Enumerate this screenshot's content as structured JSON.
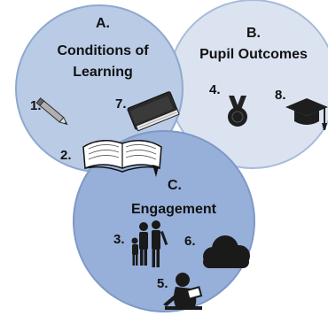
{
  "circles": {
    "a": {
      "letter": "A.",
      "line1": "Conditions of",
      "line2": "Learning",
      "fill": "#b9cbe5",
      "stroke": "#8ea8cf"
    },
    "b": {
      "letter": "B.",
      "line1": "Pupil Outcomes",
      "fill": "#dbe3f1",
      "stroke": "#a9bbd9"
    },
    "c": {
      "letter": "C.",
      "line1": "Engagement",
      "fill": "#97b0d9",
      "stroke": "#7e99c8"
    }
  },
  "items": [
    {
      "number": "1.",
      "icon": "pencil-icon"
    },
    {
      "number": "2.",
      "icon": "open-book-icon"
    },
    {
      "number": "3.",
      "icon": "family-icon"
    },
    {
      "number": "4.",
      "icon": "medal-icon"
    },
    {
      "number": "5.",
      "icon": "child-reading-icon"
    },
    {
      "number": "6.",
      "icon": "cloud-icon"
    },
    {
      "number": "7.",
      "icon": "closed-book-icon"
    },
    {
      "number": "8.",
      "icon": "graduation-cap-icon"
    }
  ]
}
